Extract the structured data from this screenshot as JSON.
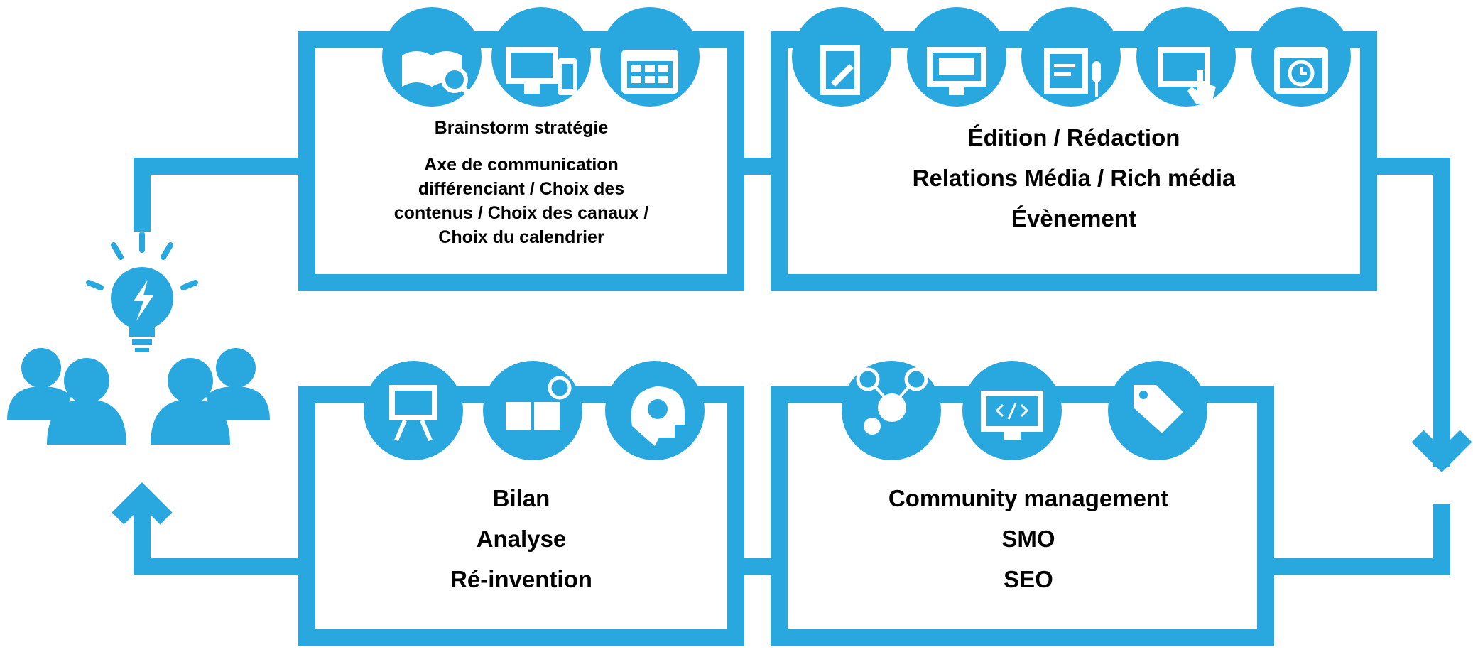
{
  "accent_color": "#29a8e0",
  "boxes": {
    "brainstorm": {
      "title": "Brainstorm stratégie",
      "lines": [
        "Axe de communication",
        "différenciant / Choix des",
        "contenus / Choix des canaux /",
        "Choix du calendrier"
      ],
      "icons": [
        "book-search-icon",
        "desktop-mobile-icon",
        "calendar-icon"
      ]
    },
    "edition": {
      "lines": [
        "Édition / Rédaction",
        "Relations Média / Rich média",
        "Évènement"
      ],
      "icons": [
        "document-edit-icon",
        "monitor-icon",
        "microphone-text-icon",
        "touch-screen-icon",
        "calendar-clock-icon"
      ]
    },
    "community": {
      "lines": [
        "Community management",
        "SMO",
        "SEO"
      ],
      "icons": [
        "social-network-icon",
        "code-monitor-icon",
        "price-tag-icon"
      ]
    },
    "bilan": {
      "lines": [
        "Bilan",
        "Analyse",
        "Ré-invention"
      ],
      "icons": [
        "presentation-board-icon",
        "open-book-icon",
        "head-brain-icon"
      ]
    }
  },
  "center_icon": "team-idea-icon"
}
